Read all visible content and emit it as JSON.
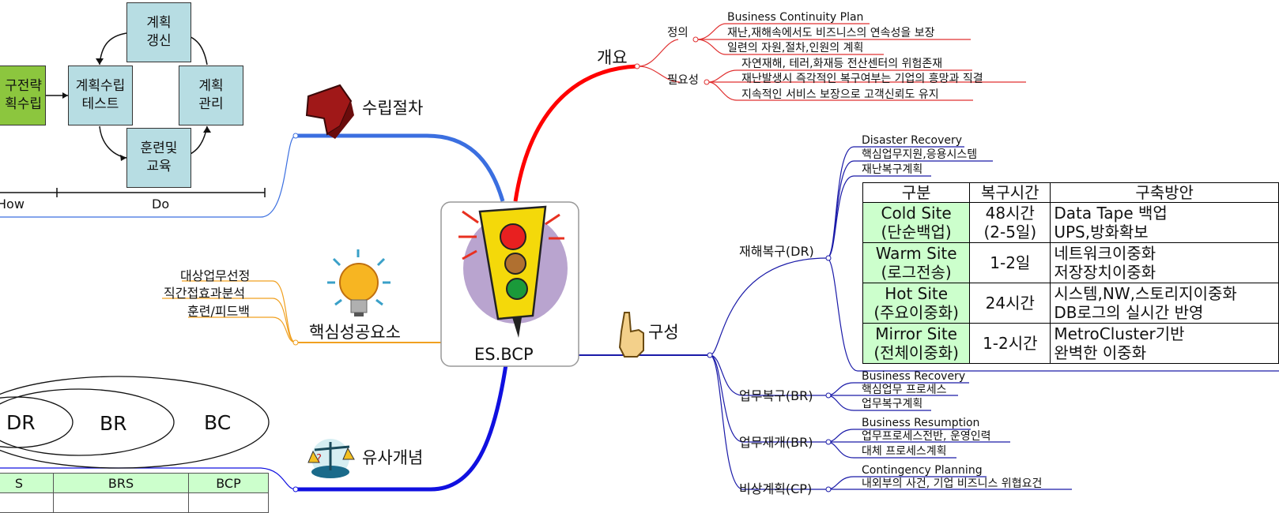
{
  "center": {
    "label": "ES.BCP"
  },
  "overview": {
    "label": "개요",
    "definition": {
      "label": "정의",
      "items": [
        "Business Continuity Plan",
        "재난,재해속에서도 비즈니스의 연속성을 보장",
        "일련의 자원,절차,인원의 계획"
      ]
    },
    "necessity": {
      "label": "필요성",
      "items": [
        "자연재해, 테러,화재등 전산센터의 위험존재",
        "재난발생시 즉각적인 복구여부는 기업의 흥망과 직결",
        "지속적인 서비스 보장으로 고객신뢰도 유지"
      ]
    }
  },
  "procedure": {
    "label": "수립절차",
    "boxes": {
      "update": "계획\n갱신",
      "test": "계획수립\n테스트",
      "manage": "계획\n관리",
      "train": "훈련및\n교육",
      "strategy": "구전략\n획수립"
    },
    "timeline": [
      "How",
      "Do"
    ]
  },
  "csf": {
    "label": "핵심성공요소",
    "items": [
      "대상업무선정",
      "직간접효과분석",
      "훈련/피드백"
    ]
  },
  "similar": {
    "label": "유사개념",
    "ellipses": [
      "DR",
      "BR",
      "BC"
    ],
    "table_headers": [
      "S",
      "BRS",
      "BCP"
    ]
  },
  "composition": {
    "label": "구성",
    "dr": {
      "label": "재해복구(DR)",
      "items": [
        "Disaster Recovery",
        "핵심업무지원,응용시스템",
        "재난복구계획"
      ],
      "table": {
        "headers": [
          "구분",
          "복구시간",
          "구축방안"
        ],
        "rows": [
          {
            "type": "Cold Site\n(단순백업)",
            "time": "48시간\n(2-5일)",
            "plan": "Data Tape 백업\nUPS,방화확보"
          },
          {
            "type": "Warm Site\n(로그전송)",
            "time": "1-2일",
            "plan": "네트워크이중화\n저장장치이중화"
          },
          {
            "type": "Hot Site\n(주요이중화)",
            "time": "24시간",
            "plan": "시스템,NW,스토리지이중화\nDB로그의 실시간 반영"
          },
          {
            "type": "Mirror Site\n(전체이중화)",
            "time": "1-2시간",
            "plan": "MetroCluster기반\n완벽한 이중화"
          }
        ]
      }
    },
    "br": {
      "label": "업무복구(BR)",
      "items": [
        "Business Recovery",
        "핵심업무 프로세스",
        "업무복구계획"
      ]
    },
    "bres": {
      "label": "업무재개(BR)",
      "items": [
        "Business Resumption",
        "업무프로세스전반, 운영인력",
        "대체 프로세스계획"
      ]
    },
    "cp": {
      "label": "비상계획(CP)",
      "items": [
        "Contingency Planning",
        "내외부의 사건, 기업 비즈니스 위협요건"
      ]
    }
  },
  "colors": {
    "overview_branch": "#ff0000",
    "procedure_branch": "#3b6fe0",
    "csf_branch": "#f0a020",
    "similar_branch": "#1010e0",
    "composition_branch": "#1a1aa8",
    "box_fill": "#b7dde3",
    "strategy_fill": "#8cc63e",
    "table_green": "#ccffcc"
  }
}
